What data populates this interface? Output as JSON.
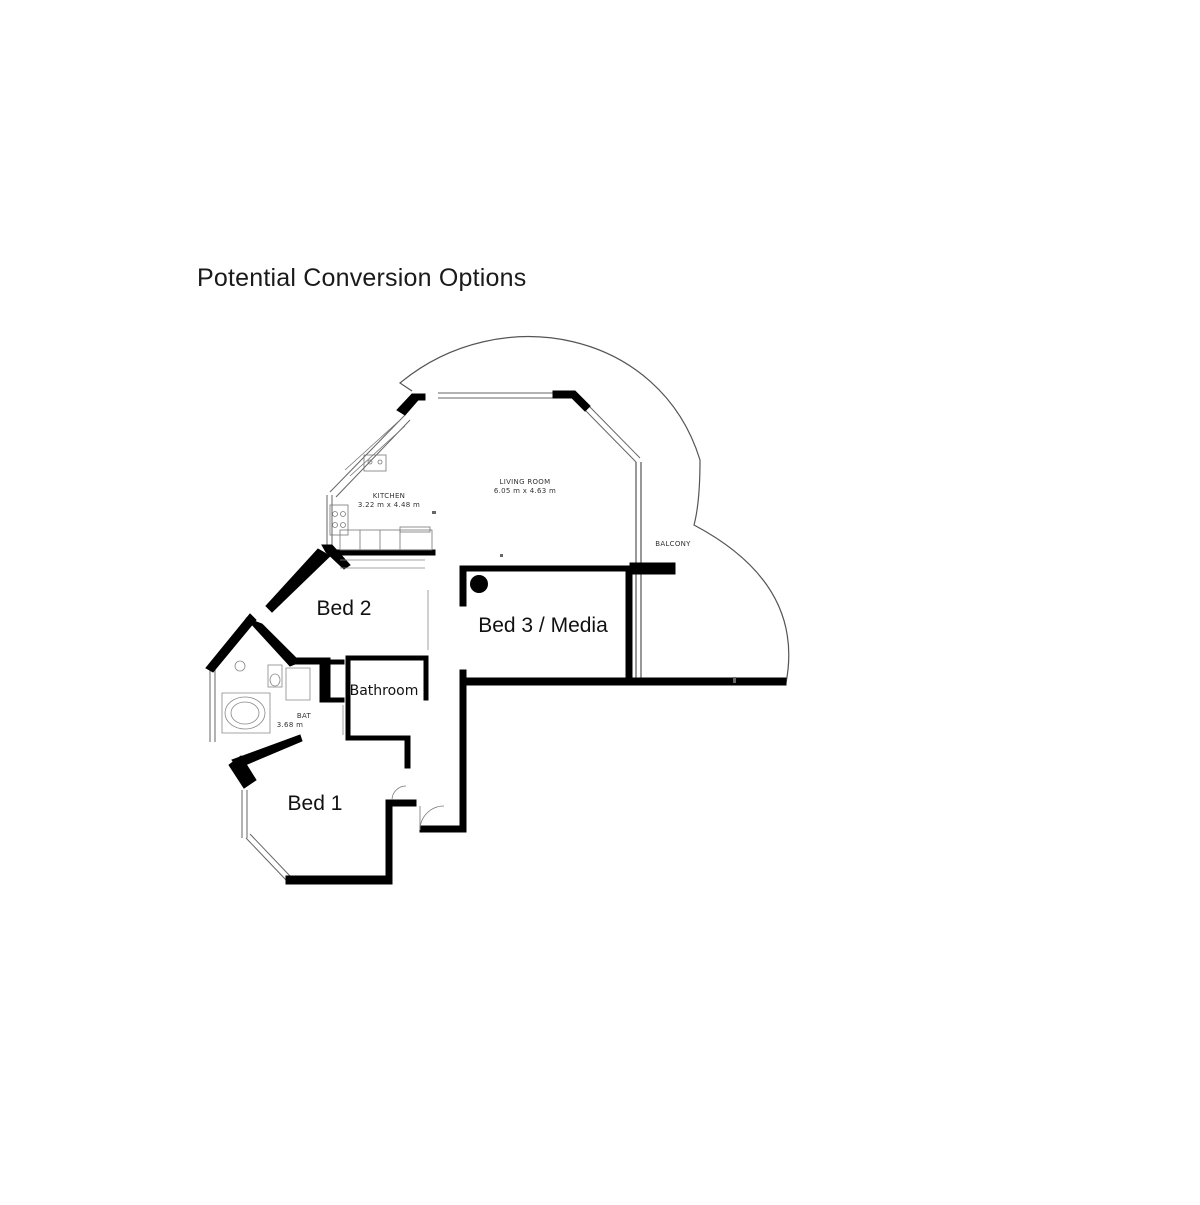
{
  "title": "Potential Conversion Options",
  "rooms": {
    "kitchen": {
      "name": "KITCHEN",
      "size": "3.22 m x 4.48 m"
    },
    "living": {
      "name": "LIVING ROOM",
      "size": "6.05 m x 4.63 m"
    },
    "balcony": {
      "name": "BALCONY"
    },
    "bed2": {
      "name": "Bed 2"
    },
    "bed3": {
      "name": "Bed 3 / Media"
    },
    "bathroom": {
      "name": "Bathroom"
    },
    "bath_orig": {
      "name": "BAT",
      "size": "3.68 m"
    },
    "bed1": {
      "name": "Bed 1"
    }
  }
}
